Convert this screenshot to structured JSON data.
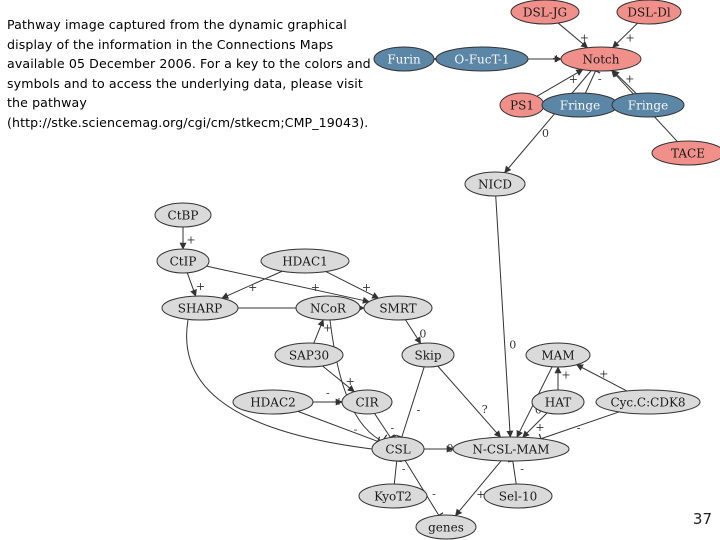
{
  "caption": "Pathway image captured from the dynamic graphical display of the information in the Connections Maps available 05 December 2006. For a key to the colors and symbols and to access the underlying data, please visit the pathway (http://stke.sciencemag.org/cgi/cm/stkecm;CMP_19043).",
  "page_number": "37",
  "colors": {
    "red": "#f1908a",
    "blue": "#5b86a6",
    "grey": "#dadada",
    "stroke": "#333333"
  },
  "nodes": [
    {
      "id": "dsljg",
      "label": "DSL-JG",
      "color": "red"
    },
    {
      "id": "dsldl",
      "label": "DSL-Dl",
      "color": "red"
    },
    {
      "id": "furin",
      "label": "Furin",
      "color": "blue"
    },
    {
      "id": "ofuc",
      "label": "O-FucT-1",
      "color": "blue"
    },
    {
      "id": "notch",
      "label": "Notch",
      "color": "red"
    },
    {
      "id": "ps1",
      "label": "PS1",
      "color": "red"
    },
    {
      "id": "fringe1",
      "label": "Fringe",
      "color": "blue"
    },
    {
      "id": "fringe2",
      "label": "Fringe",
      "color": "blue"
    },
    {
      "id": "tace",
      "label": "TACE",
      "color": "red"
    },
    {
      "id": "nicd",
      "label": "NICD",
      "color": "grey"
    },
    {
      "id": "ctbp",
      "label": "CtBP",
      "color": "grey"
    },
    {
      "id": "ctip",
      "label": "CtIP",
      "color": "grey"
    },
    {
      "id": "hdac1",
      "label": "HDAC1",
      "color": "grey"
    },
    {
      "id": "sharp",
      "label": "SHARP",
      "color": "grey"
    },
    {
      "id": "ncor",
      "label": "NCoR",
      "color": "grey"
    },
    {
      "id": "smrt",
      "label": "SMRT",
      "color": "grey"
    },
    {
      "id": "sap30",
      "label": "SAP30",
      "color": "grey"
    },
    {
      "id": "skip",
      "label": "Skip",
      "color": "grey"
    },
    {
      "id": "mam",
      "label": "MAM",
      "color": "grey"
    },
    {
      "id": "hdac2",
      "label": "HDAC2",
      "color": "grey"
    },
    {
      "id": "cir",
      "label": "CIR",
      "color": "grey"
    },
    {
      "id": "hat",
      "label": "HAT",
      "color": "grey"
    },
    {
      "id": "cyccdk8",
      "label": "Cyc.C:CDK8",
      "color": "grey"
    },
    {
      "id": "csl",
      "label": "CSL",
      "color": "grey"
    },
    {
      "id": "ncslmam",
      "label": "N-CSL-MAM",
      "color": "grey"
    },
    {
      "id": "kyot2",
      "label": "KyoT2",
      "color": "grey"
    },
    {
      "id": "sel10",
      "label": "Sel-10",
      "color": "grey"
    },
    {
      "id": "genes",
      "label": "genes",
      "color": "grey"
    }
  ],
  "edges": [
    {
      "from": "dsljg",
      "to": "notch",
      "sign": "+"
    },
    {
      "from": "dsldl",
      "to": "notch",
      "sign": "+"
    },
    {
      "from": "notch",
      "to": "furin",
      "sign": "+"
    },
    {
      "from": "ofuc",
      "to": "notch",
      "sign": "+"
    },
    {
      "from": "ps1",
      "to": "notch",
      "sign": "+"
    },
    {
      "from": "fringe1",
      "to": "notch",
      "sign": "-"
    },
    {
      "from": "fringe2",
      "to": "notch",
      "sign": "+"
    },
    {
      "from": "tace",
      "to": "notch",
      "sign": "+"
    },
    {
      "from": "notch",
      "to": "nicd",
      "sign": "0"
    },
    {
      "from": "ctbp",
      "to": "ctip",
      "sign": "+"
    },
    {
      "from": "ctip",
      "to": "sharp",
      "sign": "+"
    },
    {
      "from": "hdac1",
      "to": "sharp",
      "sign": "+"
    },
    {
      "from": "hdac1",
      "to": "smrt",
      "sign": "+"
    },
    {
      "from": "ctip",
      "to": "smrt",
      "sign": "+"
    },
    {
      "from": "sharp",
      "to": "smrt",
      "sign": "+"
    },
    {
      "from": "sap30",
      "to": "ncor",
      "sign": "+"
    },
    {
      "from": "smrt",
      "to": "skip",
      "sign": "0"
    },
    {
      "from": "nicd",
      "to": "ncslmam",
      "sign": "0"
    },
    {
      "from": "sap30",
      "to": "cir",
      "sign": "+"
    },
    {
      "from": "hdac2",
      "to": "cir",
      "sign": "+"
    },
    {
      "from": "mam",
      "to": "ncslmam",
      "sign": "0"
    },
    {
      "from": "hat",
      "to": "mam",
      "sign": "+"
    },
    {
      "from": "cyccdk8",
      "to": "mam",
      "sign": "+"
    },
    {
      "from": "cyccdk8",
      "to": "ncslmam",
      "sign": "-"
    },
    {
      "from": "hat",
      "to": "ncslmam",
      "sign": "+"
    },
    {
      "from": "skip",
      "to": "ncslmam",
      "sign": "?"
    },
    {
      "from": "sharp",
      "to": "csl",
      "sign": "-"
    },
    {
      "from": "ncor",
      "to": "csl",
      "sign": "-"
    },
    {
      "from": "cir",
      "to": "csl",
      "sign": "-"
    },
    {
      "from": "skip",
      "to": "csl",
      "sign": "-"
    },
    {
      "from": "hdac2",
      "to": "csl",
      "sign": "-"
    },
    {
      "from": "csl",
      "to": "ncslmam",
      "sign": "0"
    },
    {
      "from": "kyot2",
      "to": "csl",
      "sign": "-"
    },
    {
      "from": "sel10",
      "to": "ncslmam",
      "sign": "-"
    },
    {
      "from": "csl",
      "to": "genes",
      "sign": "-"
    },
    {
      "from": "ncslmam",
      "to": "genes",
      "sign": "+"
    }
  ]
}
